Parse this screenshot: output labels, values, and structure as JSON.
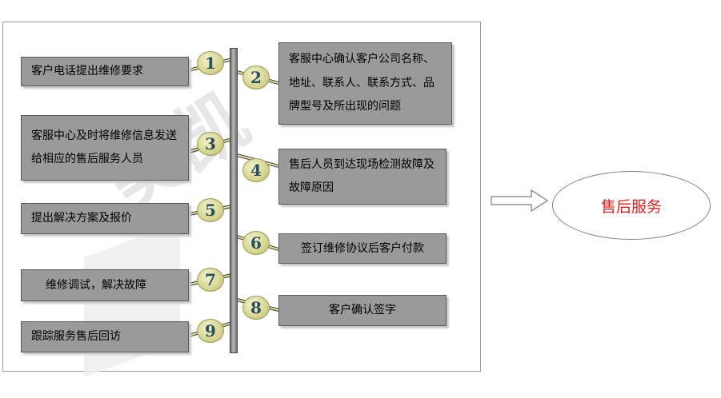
{
  "steps": [
    {
      "num": "1",
      "text": "客户电话提出维修要求"
    },
    {
      "num": "2",
      "text": "客服中心确认客户公司名称、地址、联系人、联系方式、品牌型号及所出现的问题"
    },
    {
      "num": "3",
      "text": "客服中心及时将维修信息发送给相应的售后服务人员"
    },
    {
      "num": "4",
      "text": "售后人员到达现场检测故障及故障原因"
    },
    {
      "num": "5",
      "text": "提出解决方案及报价"
    },
    {
      "num": "6",
      "text": "签订维修协议后客户付款"
    },
    {
      "num": "7",
      "text": "维修调试，解决故障"
    },
    {
      "num": "8",
      "text": "客户确认签字"
    },
    {
      "num": "9",
      "text": "跟踪服务售后回访"
    }
  ],
  "result": "售后服务",
  "watermark": "美凯"
}
